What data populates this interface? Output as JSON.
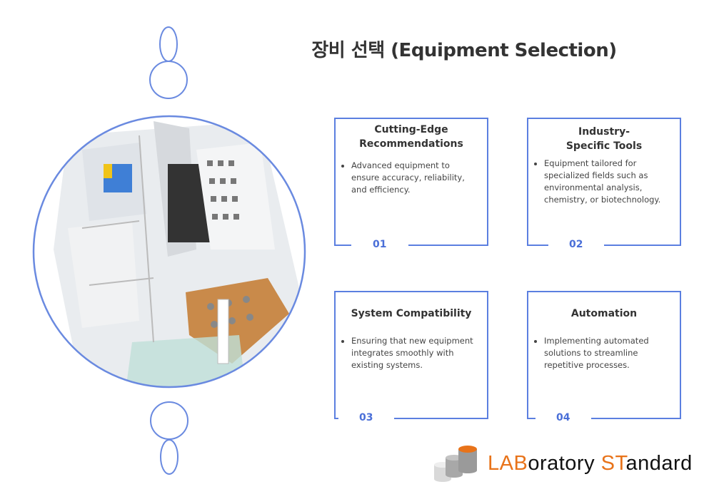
{
  "title": "장비 선택 (Equipment Selection)",
  "cards": [
    {
      "title": "Cutting-Edge Recommendations",
      "bullet": "Advanced equipment to ensure accuracy, reliability, and efficiency.",
      "number": "01"
    },
    {
      "title": "Industry-Specific Tools",
      "bullet": "Equipment tailored for specialized fields such as environmental analysis, chemistry, or biotechnology.",
      "number": "02"
    },
    {
      "title": "System Compatibility",
      "bullet": "Ensuring that new equipment integrates smoothly with existing systems.",
      "number": "03"
    },
    {
      "title": "Automation",
      "bullet": "Implementing automated solutions to streamline repetitive processes.",
      "number": "04"
    }
  ],
  "logo": {
    "part1": "LAB",
    "part2": "oratory ",
    "part3": "ST",
    "part4": "andard"
  },
  "colors": {
    "accent": "#5b7fe0",
    "brand_orange": "#e8731a"
  }
}
